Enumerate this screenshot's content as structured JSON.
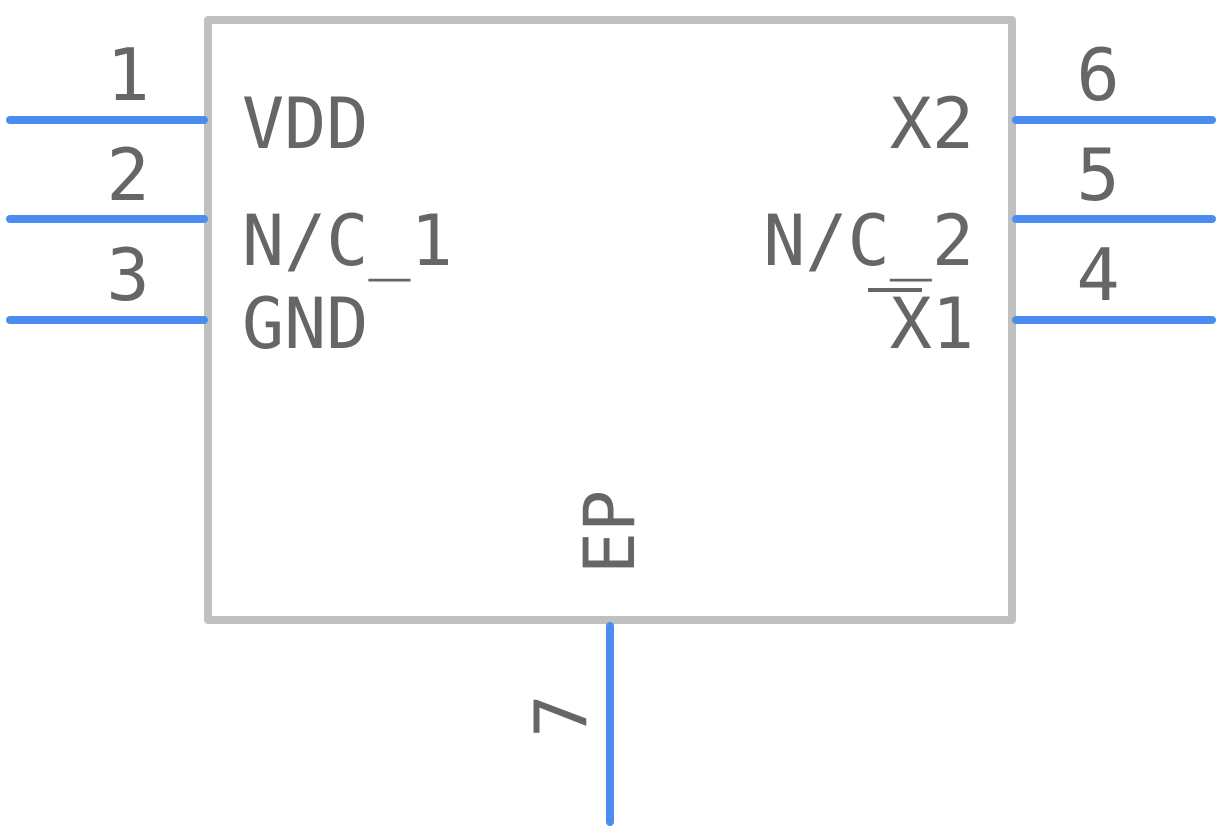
{
  "colors": {
    "body_outline": "#c0c0c0",
    "pin_line": "#4a8cf0",
    "text": "#666666",
    "background": "#ffffff"
  },
  "pins": [
    {
      "number": "1",
      "name": "VDD",
      "side": "left"
    },
    {
      "number": "2",
      "name": "N/C_1",
      "side": "left"
    },
    {
      "number": "3",
      "name": "GND",
      "side": "left"
    },
    {
      "number": "6",
      "name": "X2",
      "side": "right"
    },
    {
      "number": "5",
      "name": "N/C_2",
      "side": "right"
    },
    {
      "number": "4",
      "name": "X1",
      "name_overbar": true,
      "side": "right"
    },
    {
      "number": "7",
      "name": "EP",
      "side": "bottom"
    }
  ]
}
